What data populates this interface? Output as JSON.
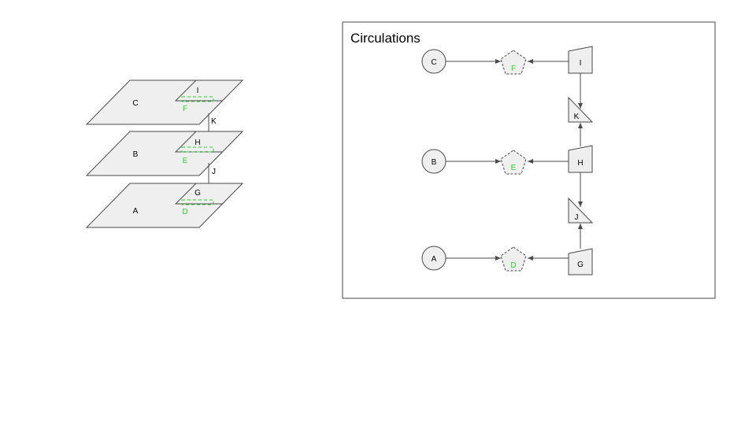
{
  "colors": {
    "shape_fill": "#efefef",
    "stroke": "#4a4a4a",
    "accent_green": "#2bd12b"
  },
  "stack_view": {
    "floors": {
      "top": "C",
      "middle": "B",
      "bottom": "A"
    },
    "cores": {
      "top": "I",
      "middle": "H",
      "bottom": "G"
    },
    "landings": {
      "top": "F",
      "middle": "E",
      "bottom": "D"
    },
    "links": {
      "upper": "K",
      "lower": "J"
    }
  },
  "circulations": {
    "title": "Circulations",
    "floors": {
      "top": "C",
      "middle": "B",
      "bottom": "A"
    },
    "landings": {
      "top": "F",
      "middle": "E",
      "bottom": "D"
    },
    "cores": {
      "top": "I",
      "middle": "H",
      "bottom": "G"
    },
    "links": {
      "upper": "K",
      "lower": "J"
    }
  }
}
